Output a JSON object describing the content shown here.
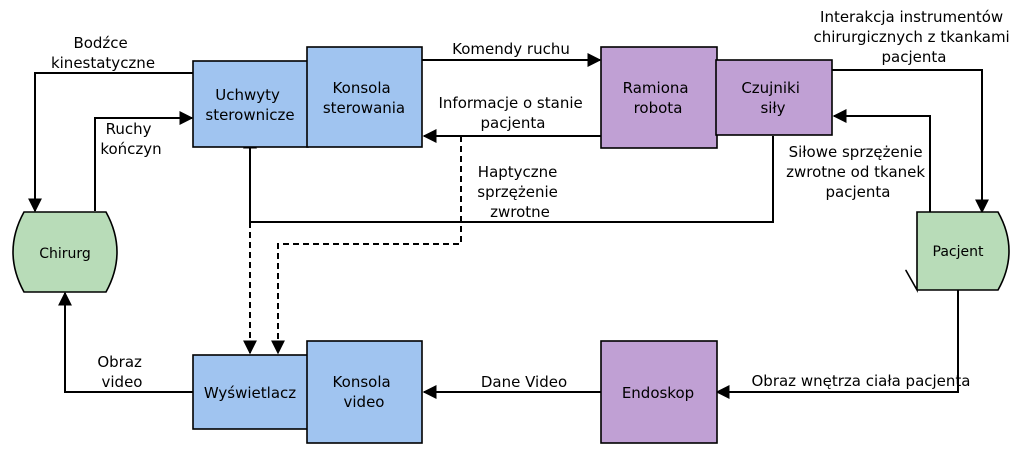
{
  "colors": {
    "blue": "#a0c4f0",
    "purple": "#c0a0d4",
    "green": "#b8dcb8",
    "line": "#000000"
  },
  "nodes": {
    "uchwyty": [
      "Uchwyty",
      "sterownicze"
    ],
    "konsola_sterowania": [
      "Konsola",
      "sterowania"
    ],
    "ramiona": [
      "Ramiona",
      "robota"
    ],
    "czujniki": [
      "Czujniki",
      "siły"
    ],
    "chirurg": [
      "Chirurg"
    ],
    "pacjent": [
      "Pacjent"
    ],
    "wyswietlacz": [
      "Wyświetlacz"
    ],
    "konsola_video": [
      "Konsola",
      "video"
    ],
    "endoskop": [
      "Endoskop"
    ]
  },
  "edges": {
    "bodzce": [
      "Bodźce",
      "kinestatyczne"
    ],
    "ruchy": [
      "Ruchy",
      "kończyn"
    ],
    "komendy": [
      "Komendy ruchu"
    ],
    "informacje": [
      "Informacje o stanie",
      "pacjenta"
    ],
    "interakcja": [
      "Interakcja instrumentów",
      "chirurgicznych z tkankami",
      "pacjenta"
    ],
    "silowe": [
      "Siłowe sprzężenie",
      "zwrotne od tkanek",
      "pacjenta"
    ],
    "haptyczne": [
      "Haptyczne",
      "sprzężenie",
      "zwrotne"
    ],
    "obraz_video": [
      "Obraz",
      "video"
    ],
    "dane_video": [
      "Dane Video"
    ],
    "obraz_wnetrza": [
      "Obraz wnętrza ciała pacjenta"
    ]
  }
}
